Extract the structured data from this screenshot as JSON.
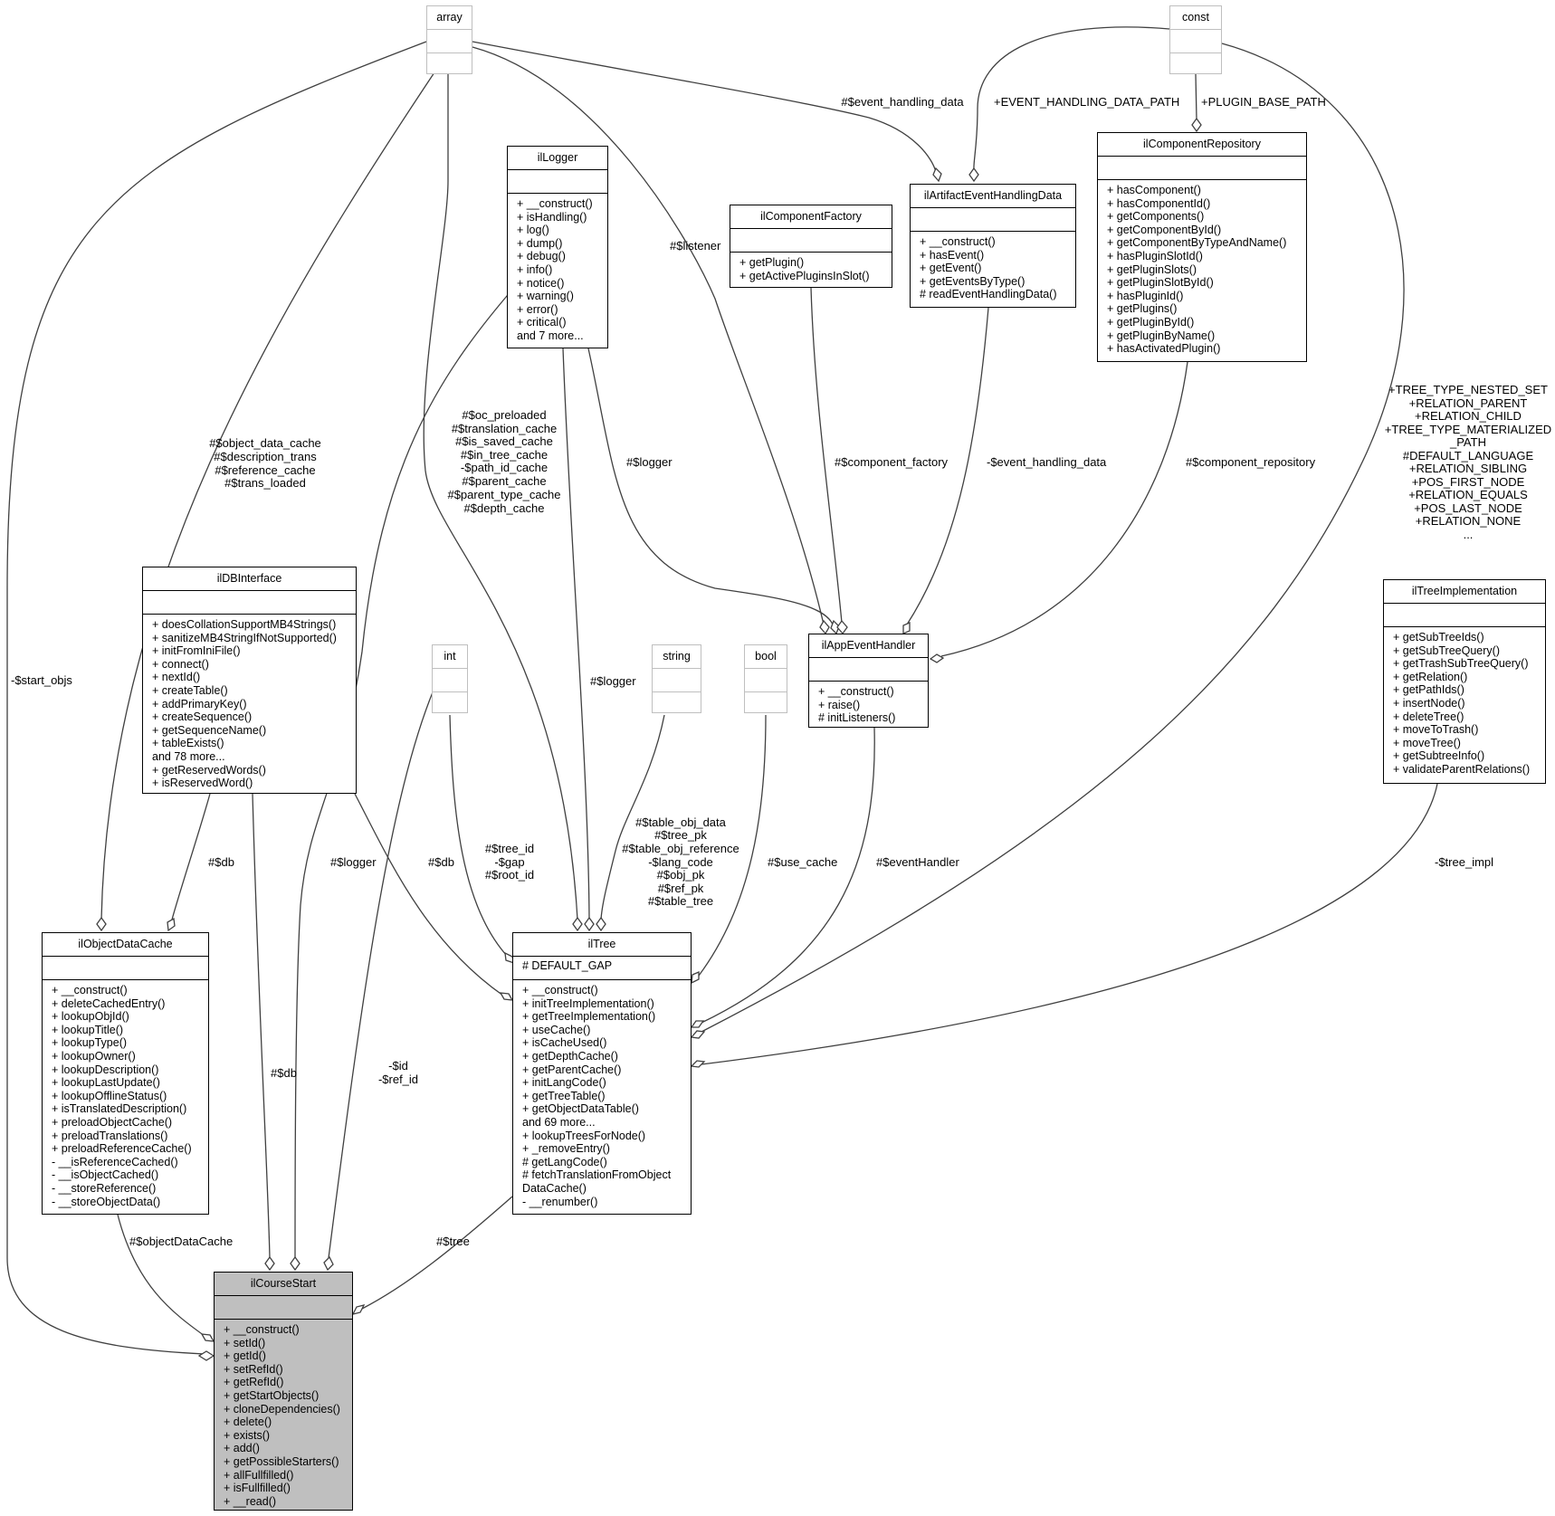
{
  "classes": {
    "array": {
      "name": "array",
      "attrs": [],
      "ops": []
    },
    "const": {
      "name": "const",
      "attrs": [],
      "ops": []
    },
    "int": {
      "name": "int",
      "attrs": [],
      "ops": []
    },
    "string": {
      "name": "string",
      "attrs": [],
      "ops": []
    },
    "bool": {
      "name": "bool",
      "attrs": [],
      "ops": []
    },
    "ilLogger": {
      "name": "ilLogger",
      "attrs": [],
      "ops": [
        "+ __construct()",
        "+ isHandling()",
        "+ log()",
        "+ dump()",
        "+ debug()",
        "+ info()",
        "+ notice()",
        "+ warning()",
        "+ error()",
        "+ critical()",
        "and 7 more..."
      ]
    },
    "ilComponentFactory": {
      "name": "ilComponentFactory",
      "attrs": [],
      "ops": [
        "+ getPlugin()",
        "+ getActivePluginsInSlot()"
      ]
    },
    "ilArtifactEventHandlingData": {
      "name": "ilArtifactEventHandlingData",
      "attrs": [],
      "ops": [
        "+ __construct()",
        "+ hasEvent()",
        "+ getEvent()",
        "+ getEventsByType()",
        "# readEventHandlingData()"
      ]
    },
    "ilComponentRepository": {
      "name": "ilComponentRepository",
      "attrs": [],
      "ops": [
        "+ hasComponent()",
        "+ hasComponentId()",
        "+ getComponents()",
        "+ getComponentById()",
        "+ getComponentByTypeAndName()",
        "+ hasPluginSlotId()",
        "+ getPluginSlots()",
        "+ getPluginSlotById()",
        "+ hasPluginId()",
        "+ getPlugins()",
        "+ getPluginById()",
        "+ getPluginByName()",
        "+ hasActivatedPlugin()"
      ]
    },
    "ilDBInterface": {
      "name": "ilDBInterface",
      "attrs": [],
      "ops": [
        "+ doesCollationSupportMB4Strings()",
        "+ sanitizeMB4StringIfNotSupported()",
        "+ initFromIniFile()",
        "+ connect()",
        "+ nextId()",
        "+ createTable()",
        "+ addPrimaryKey()",
        "+ createSequence()",
        "+ getSequenceName()",
        "+ tableExists()",
        "and 78 more...",
        "+ getReservedWords()",
        "+ isReservedWord()"
      ]
    },
    "ilAppEventHandler": {
      "name": "ilAppEventHandler",
      "attrs": [],
      "ops": [
        "+ __construct()",
        "+ raise()",
        "# initListeners()"
      ]
    },
    "ilTreeImplementation": {
      "name": "ilTreeImplementation",
      "attrs": [],
      "ops": [
        "+ getSubTreeIds()",
        "+ getSubTreeQuery()",
        "+ getTrashSubTreeQuery()",
        "+ getRelation()",
        "+ getPathIds()",
        "+ insertNode()",
        "+ deleteTree()",
        "+ moveToTrash()",
        "+ moveTree()",
        "+ getSubtreeInfo()",
        "+ validateParentRelations()"
      ]
    },
    "ilObjectDataCache": {
      "name": "ilObjectDataCache",
      "attrs": [],
      "ops": [
        "+ __construct()",
        "+ deleteCachedEntry()",
        "+ lookupObjId()",
        "+ lookupTitle()",
        "+ lookupType()",
        "+ lookupOwner()",
        "+ lookupDescription()",
        "+ lookupLastUpdate()",
        "+ lookupOfflineStatus()",
        "+ isTranslatedDescription()",
        "+ preloadObjectCache()",
        "+ preloadTranslations()",
        "+ preloadReferenceCache()",
        "- __isReferenceCached()",
        "- __isObjectCached()",
        "- __storeReference()",
        "- __storeObjectData()"
      ]
    },
    "ilTree": {
      "name": "ilTree",
      "attrs": [
        "# DEFAULT_GAP"
      ],
      "ops": [
        "+ __construct()",
        "+ initTreeImplementation()",
        "+ getTreeImplementation()",
        "+ useCache()",
        "+ isCacheUsed()",
        "+ getDepthCache()",
        "+ getParentCache()",
        "+ initLangCode()",
        "+ getTreeTable()",
        "+ getObjectDataTable()",
        "and 69 more...",
        "+ lookupTreesForNode()",
        "+ _removeEntry()",
        "# getLangCode()",
        "# fetchTranslationFromObject",
        "DataCache()",
        "- __renumber()"
      ]
    },
    "ilCourseStart": {
      "name": "ilCourseStart",
      "attrs": [],
      "ops": [
        "+ __construct()",
        "+ setId()",
        "+ getId()",
        "+ setRefId()",
        "+ getRefId()",
        "+ getStartObjects()",
        "+ cloneDependencies()",
        "+ delete()",
        "+ exists()",
        "+ add()",
        "+ getPossibleStarters()",
        "+ allFullfilled()",
        "+ isFullfilled()",
        "+ __read()"
      ]
    }
  },
  "edge_labels": {
    "start_objs": [
      "-$start_objs"
    ],
    "object_data_cache": [
      "#$object_data_cache",
      "#$description_trans",
      "#$reference_cache",
      "#$trans_loaded"
    ],
    "tree_array": [
      "#$oc_preloaded",
      "#$translation_cache",
      "#$is_saved_cache",
      "#$in_tree_cache",
      "-$path_id_cache",
      "#$parent_cache",
      "#$parent_type_cache",
      "#$depth_cache"
    ],
    "event_handling_data_arr": [
      "#$event_handling_data"
    ],
    "event_handling_data_path": [
      "+EVENT_HANDLING_DATA_PATH"
    ],
    "plugin_base_path": [
      "+PLUGIN_BASE_PATH"
    ],
    "listener": [
      "#$listener"
    ],
    "logger_handler": [
      "#$logger"
    ],
    "component_factory": [
      "#$component_factory"
    ],
    "event_handling_data": [
      "-$event_handling_data"
    ],
    "component_repository": [
      "#$component_repository"
    ],
    "tree_consts": [
      "+TREE_TYPE_NESTED_SET",
      "+RELATION_PARENT",
      "+RELATION_CHILD",
      "+TREE_TYPE_MATERIALIZED",
      "_PATH",
      "#DEFAULT_LANGUAGE",
      "+RELATION_SIBLING",
      "+POS_FIRST_NODE",
      "+RELATION_EQUALS",
      "+POS_LAST_NODE",
      "+RELATION_NONE",
      "..."
    ],
    "logger_tree": [
      "#$logger"
    ],
    "db_cache": [
      "#$db"
    ],
    "logger_course": [
      "#$logger"
    ],
    "db_tree": [
      "#$db"
    ],
    "tree_int": [
      "#$tree_id",
      "-$gap",
      "#$root_id"
    ],
    "tree_string": [
      "#$table_obj_data",
      "#$tree_pk",
      "#$table_obj_reference",
      "-$lang_code",
      "#$obj_pk",
      "#$ref_pk",
      "#$table_tree"
    ],
    "use_cache": [
      "#$use_cache"
    ],
    "event_handler": [
      "#$eventHandler"
    ],
    "tree_impl": [
      "-$tree_impl"
    ],
    "db_course": [
      "#$db"
    ],
    "id_refid": [
      "-$id",
      "-$ref_id"
    ],
    "object_data_cache_course": [
      "#$objectDataCache"
    ],
    "tree_course": [
      "#$tree"
    ]
  }
}
